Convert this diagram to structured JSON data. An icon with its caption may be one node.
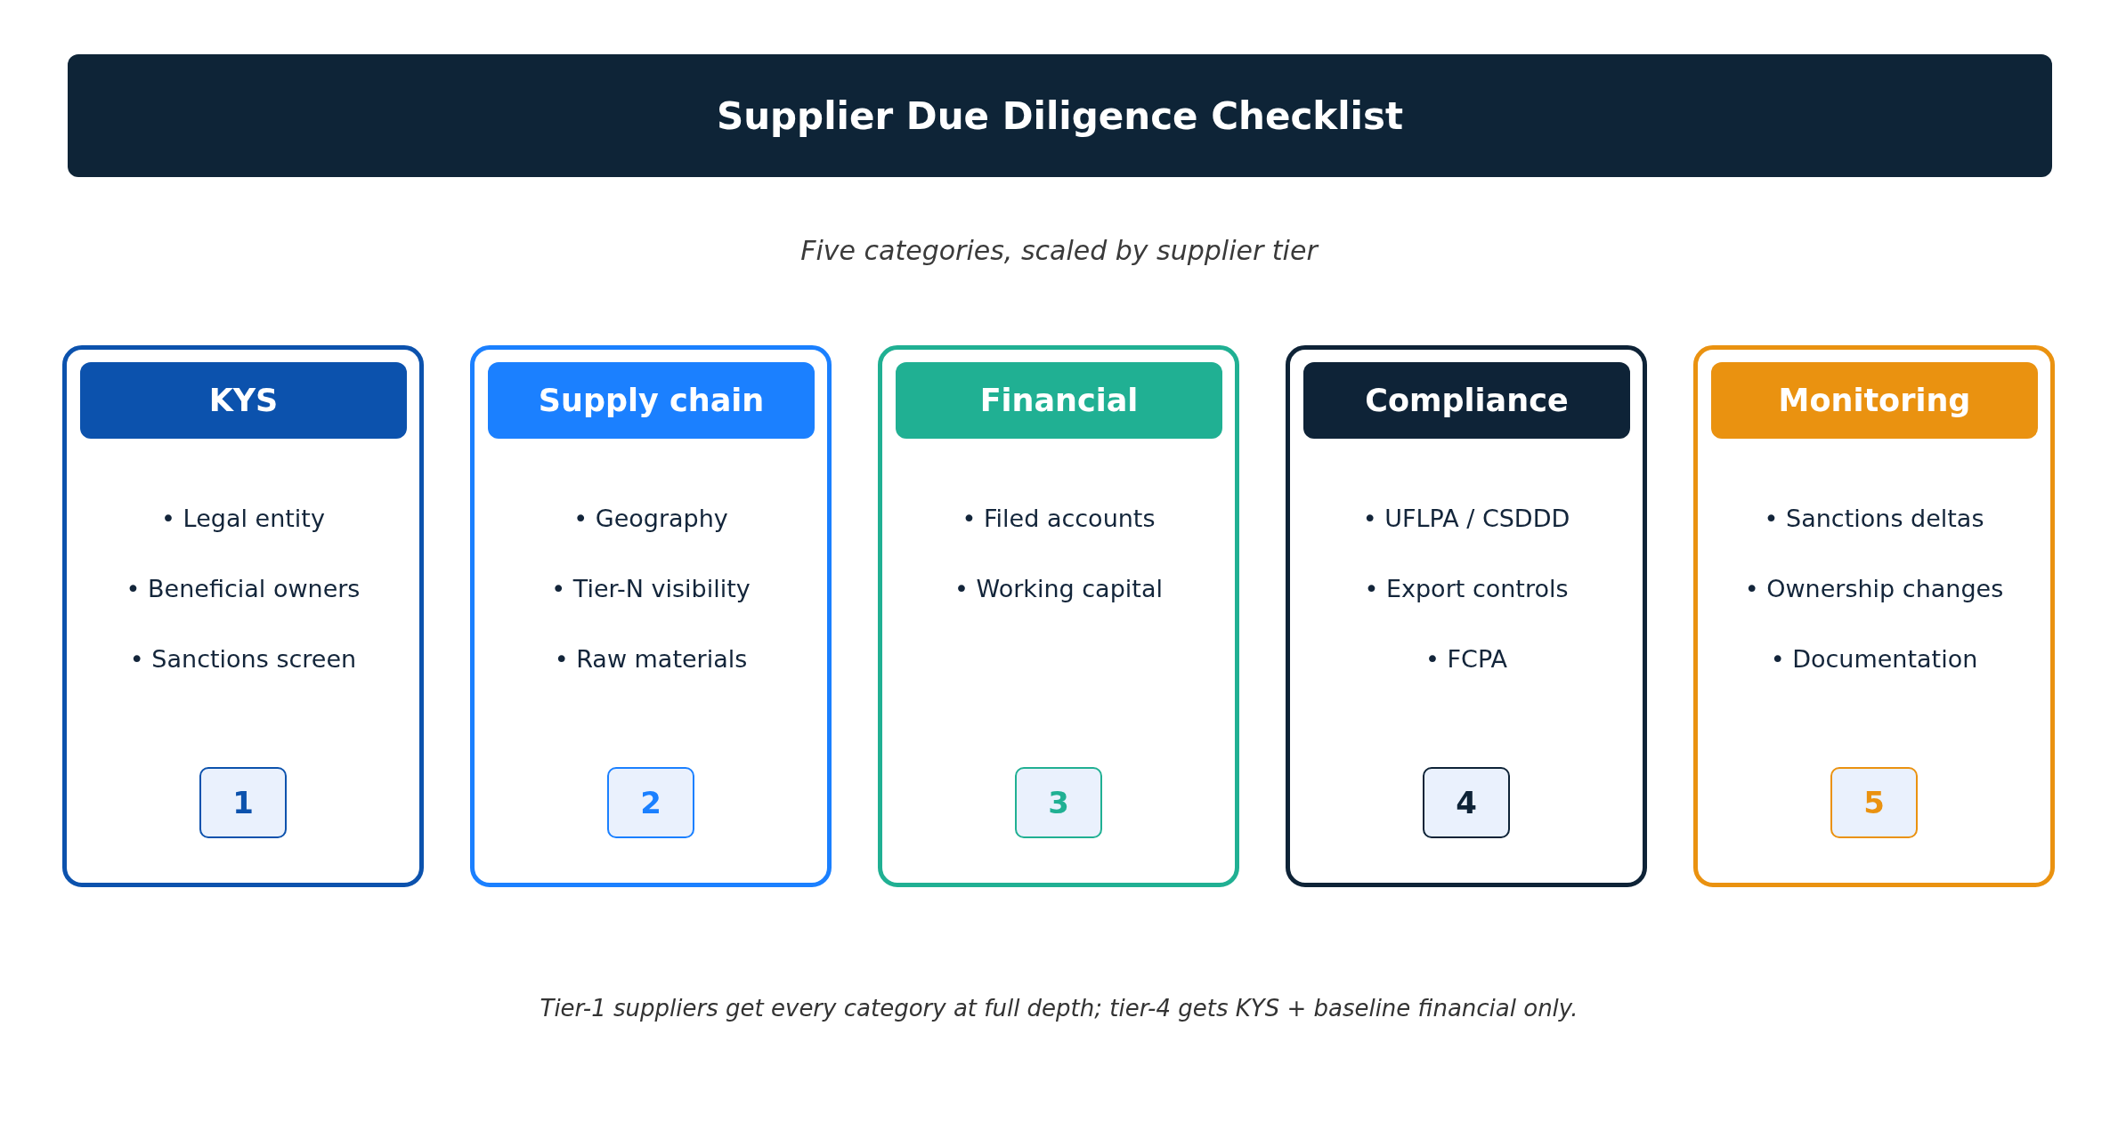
{
  "diagram": {
    "title": "Supplier Due Diligence Checklist",
    "caption": "Tier-1 suppliers get every category at full depth; tier-4 gets KYS + baseline financial only.",
    "labels": [
      "Five categories, scaled by supplier tier"
    ],
    "nodes": [
      {
        "text": [
          "• Legal entity",
          "• Beneficial owners",
          "• Sanctions screen"
        ]
      },
      {
        "text": [
          "KYS"
        ],
        "in": 0
      },
      {
        "text": [
          "1"
        ],
        "in": 0
      },
      {
        "text": [
          "• Geography",
          "• Tier-N visibility",
          "• Raw materials"
        ]
      },
      {
        "text": [
          "Supply chain"
        ],
        "in": 3
      },
      {
        "text": [
          "2"
        ],
        "in": 3
      },
      {
        "text": [
          "• Filed accounts",
          "• Working capital"
        ]
      },
      {
        "text": [
          "Financial"
        ],
        "in": 6
      },
      {
        "text": [
          "3"
        ],
        "in": 6
      },
      {
        "text": [
          "• UFLPA / CSDDD",
          "• Export controls",
          "• FCPA"
        ]
      },
      {
        "text": [
          "Compliance"
        ],
        "in": 9
      },
      {
        "text": [
          "4"
        ],
        "in": 9
      },
      {
        "text": [
          "• Sanctions deltas",
          "• Ownership changes",
          "• Documentation"
        ]
      },
      {
        "text": [
          "Monitoring"
        ],
        "in": 12
      },
      {
        "text": [
          "5"
        ],
        "in": 12
      }
    ]
  }
}
